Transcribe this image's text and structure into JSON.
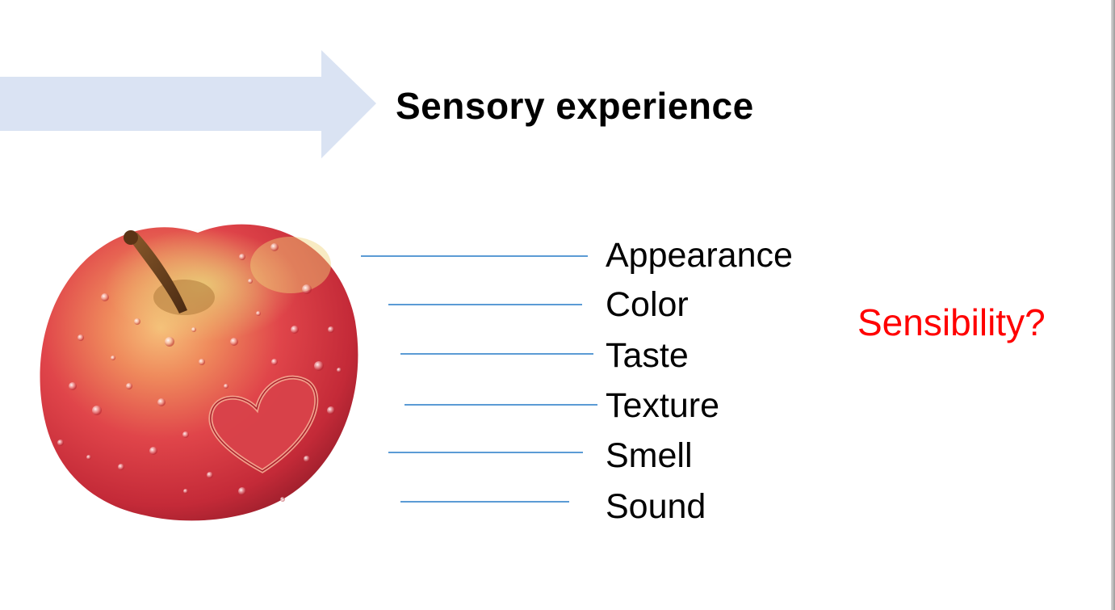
{
  "slide": {
    "title": "Sensory experience",
    "question": "Sensibility?",
    "senses": [
      "Appearance",
      "Color",
      "Taste",
      "Texture",
      "Smell",
      "Sound"
    ],
    "colors": {
      "arrow": "#dae3f3",
      "connector_line": "#5b9bd5",
      "question_text": "#ff0000",
      "title_text": "#000000"
    },
    "icons": {
      "arrow": "right-arrow-icon",
      "image": "apple-with-heart-image"
    }
  }
}
